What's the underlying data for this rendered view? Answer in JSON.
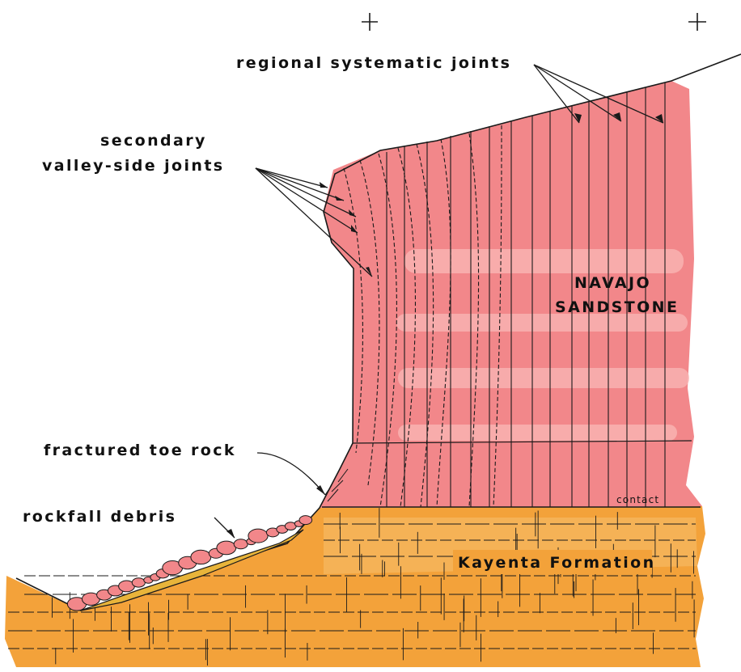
{
  "figure": {
    "labels": {
      "regional_joints": "regional systematic joints",
      "secondary_1": "secondary",
      "secondary_2": "valley-side joints",
      "navajo_1": "NAVAJO",
      "navajo_2": "SANDSTONE",
      "toe_rock": "fractured toe rock",
      "rockfall": "rockfall debris",
      "contact": "contact",
      "kayenta": "Kayenta Formation"
    },
    "colors": {
      "navajo_fill": "#f2878a",
      "navajo_band": "#f9b8b6",
      "kayenta_fill": "#f3a23a",
      "kayenta_light": "#f8c57a",
      "debris_fill": "#e8b43a",
      "line": "#1a1a1a"
    },
    "icons": [
      "registration-cross-icon",
      "registration-cross-icon"
    ]
  }
}
